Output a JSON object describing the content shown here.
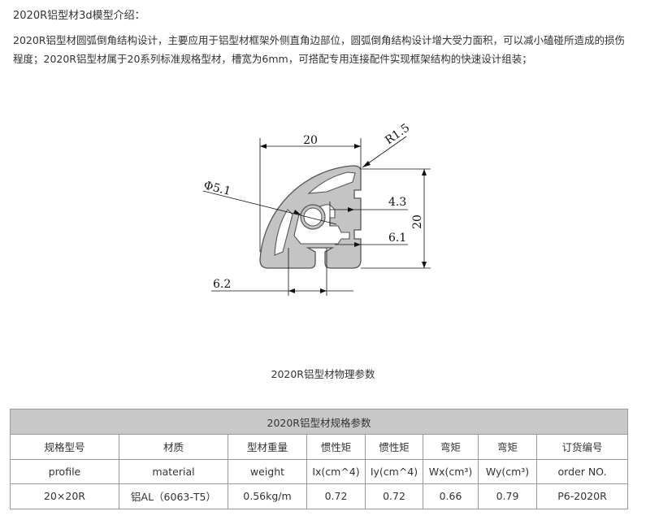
{
  "heading": "2020R铝型材3d模型介绍：",
  "intro": "2020R铝型材圆弧倒角结构设计，主要应用于铝型材框架外侧直角边部位，圆弧倒角结构设计增大受力面积，可以减小磕碰所造成的损伤程度；2020R铝型材属于20系列标准规格型材，槽宽为6mm，可搭配专用连接配件实现框架结构的快速设计组装；",
  "drawing": {
    "dim_width": "20",
    "dim_radius": "R1.5",
    "dim_hole": "Φ5.1",
    "dim_inner": "4.3",
    "dim_height": "20",
    "dim_slot_depth": "6.1",
    "dim_slot_width": "6.2"
  },
  "figure_caption": "2020R铝型材物理参数",
  "table": {
    "title": "2020R铝型材规格参数",
    "header": [
      "规格型号",
      "材质",
      "型材重量",
      "惯性矩",
      "惯性矩",
      "弯矩",
      "弯矩",
      "订货编号"
    ],
    "subheader": [
      "profile",
      "material",
      "weight",
      "Ix(cm^4)",
      "Iy(cm^4)",
      "Wx(cm³)",
      "Wy(cm³)",
      "order NO."
    ],
    "row": [
      "20×20R",
      "铝AL（6063-T5）",
      "0.56kg/m",
      "0.72",
      "0.72",
      "0.66",
      "0.79",
      "P6-2020R"
    ]
  }
}
